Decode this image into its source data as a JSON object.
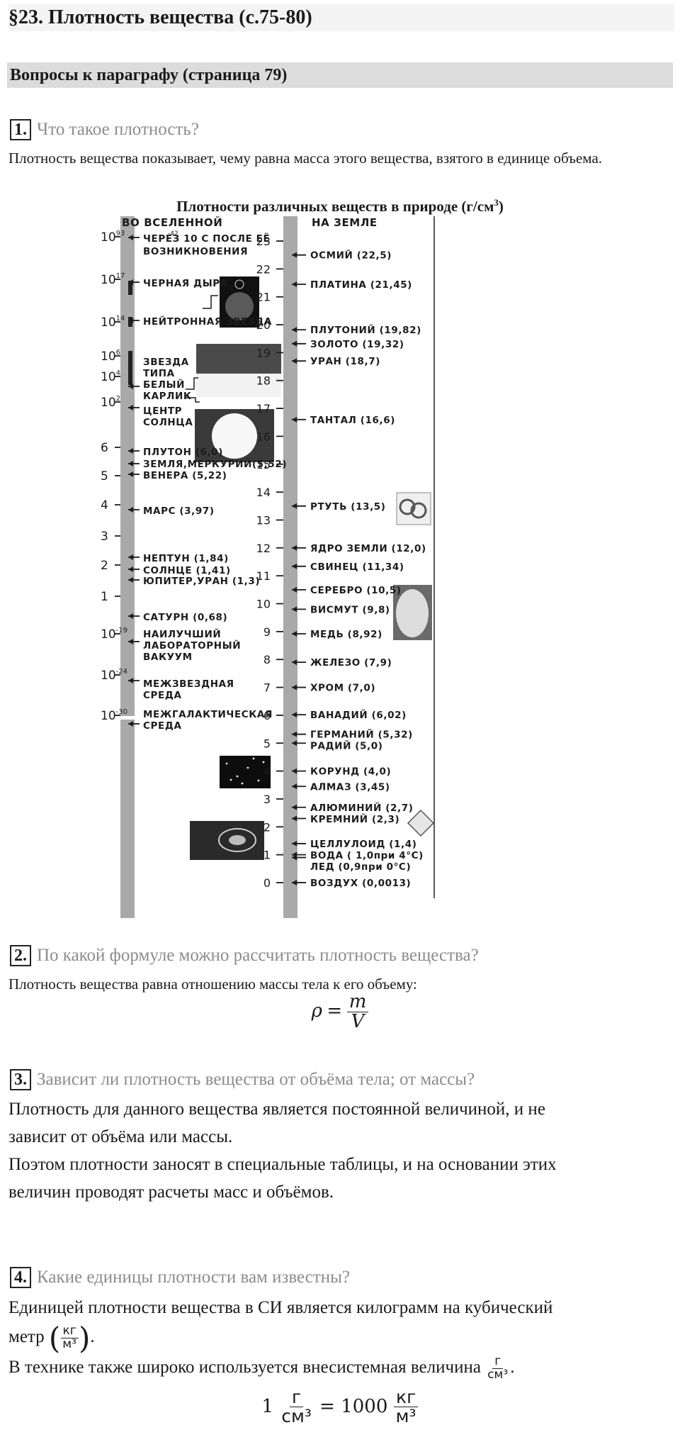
{
  "header": {
    "title": "§23. Плотность вещества (с.75-80)",
    "section": "Вопросы к параграфу (страница 79)"
  },
  "questions": [
    {
      "number": "1.",
      "text": "Что такое плотность?",
      "answer": "Плотность вещества показывает, чему равна масса этого вещества, взятого в единице объема."
    },
    {
      "number": "2.",
      "text": "По какой формуле можно рассчитать плотность вещества?",
      "answer": "Плотность вещества равна отношению массы тела к его объему:",
      "formula": {
        "lhs": "ρ",
        "eq": "=",
        "num": "m",
        "den": "V"
      }
    },
    {
      "number": "3.",
      "text": "Зависит ли плотность вещества от объёма тела; от массы?",
      "answer_lines": [
        "Плотность для данного вещества является постоянной величиной, и не",
        "зависит от объёма или массы.",
        "Поэтом плотности заносят в специальные таблицы, и на основании этих",
        "величин проводят расчеты масс и объёмов."
      ]
    },
    {
      "number": "4.",
      "text": "Какие единицы плотности вам известны?",
      "answer_line1": "Единицей плотности вещества в СИ является килограмм на кубический",
      "answer_line2_prefix": "метр",
      "unit_si": {
        "num": "кг",
        "den": "м³"
      },
      "answer_line3": "В технике также широко используется внесистемная величина",
      "unit_tech": {
        "num": "г",
        "den": "см³"
      },
      "conversion": {
        "lhs_coef": "1",
        "lhs_num": "г",
        "lhs_den": "см³",
        "eq": "=",
        "rhs_coef": "1000",
        "rhs_num": "кг",
        "rhs_den": "м³"
      }
    }
  ],
  "figure": {
    "title": "Плотности различных веществ в природе (г/см",
    "title_sup": "3",
    "title_close": ")",
    "left_header": "ВО ВСЕЛЕННОЙ",
    "right_header": "НА ЗЕМЛЕ",
    "colors": {
      "bar": "#a9a9a9",
      "ink": "#1c1c1c",
      "swatch": "#222222"
    }
  },
  "chart_data": {
    "type": "table",
    "left_scale": {
      "ticks": [
        {
          "label": "10",
          "exp": "93"
        },
        {
          "label": "10",
          "exp": "17"
        },
        {
          "label": "10",
          "exp": "14"
        },
        {
          "label": "10",
          "exp": "6"
        },
        {
          "label": "10",
          "exp": "4"
        },
        {
          "label": "10",
          "exp": "2"
        },
        {
          "label": "6"
        },
        {
          "label": "5"
        },
        {
          "label": "4"
        },
        {
          "label": "3"
        },
        {
          "label": "2"
        },
        {
          "label": "1"
        },
        {
          "label": "10",
          "exp": "-19"
        },
        {
          "label": "10",
          "exp": "-24"
        },
        {
          "label": "10",
          "exp": "-30"
        }
      ],
      "entries": [
        {
          "lines": [
            "ЧЕРЕЗ 10   C  ПОСЛЕ ЕЁ",
            "ВОЗНИКНОВЕНИЯ"
          ],
          "sup": "-42"
        },
        {
          "lines": [
            "ЧЕРНАЯ ДЫРА"
          ]
        },
        {
          "lines": [
            "НЕЙТРОННАЯ ЗВЕЗДА"
          ]
        },
        {
          "lines": [
            "ЗВЕЗДА",
            "ТИПА",
            "БЕЛЫЙ",
            "КАРЛИК"
          ]
        },
        {
          "lines": [
            "ЦЕНТР",
            "СОЛНЦА"
          ]
        },
        {
          "lines": [
            "ПЛУТОН (6,0)"
          ]
        },
        {
          "lines": [
            "ЗЕМЛЯ,МЕРКУРИЙ(5,52)"
          ]
        },
        {
          "lines": [
            "ВЕНЕРА (5,22)"
          ]
        },
        {
          "lines": [
            "МАРС (3,97)"
          ]
        },
        {
          "lines": [
            "НЕПТУН (1,84)"
          ]
        },
        {
          "lines": [
            "СОЛНЦЕ (1,41)"
          ]
        },
        {
          "lines": [
            "ЮПИТЕР,УРАН (1,3)"
          ]
        },
        {
          "lines": [
            "САТУРН (0,68)"
          ]
        },
        {
          "lines": [
            "НАИЛУЧШИЙ",
            "ЛАБОРАТОРНЫЙ",
            "ВАКУУМ"
          ]
        },
        {
          "lines": [
            "МЕЖЗВЕЗДНАЯ",
            "СРЕДА"
          ]
        },
        {
          "lines": [
            "МЕЖГАЛАКТИЧЕСКАЯ",
            "СРЕДА"
          ]
        }
      ]
    },
    "right_scale": {
      "ticks": [
        "23",
        "22",
        "21",
        "20",
        "19",
        "18",
        "17",
        "16",
        "15",
        "14",
        "13",
        "12",
        "11",
        "10",
        "9",
        "8",
        "7",
        "6",
        "5",
        "4",
        "3",
        "2",
        "1",
        "0"
      ],
      "entries": [
        {
          "name": "ОСМИЙ (22,5)",
          "value": 22.5
        },
        {
          "name": "ПЛАТИНА (21,45)",
          "value": 21.45
        },
        {
          "name": "ПЛУТОНИЙ (19,82)",
          "value": 19.82
        },
        {
          "name": "ЗОЛОТО (19,32)",
          "value": 19.32
        },
        {
          "name": "УРАН (18,7)",
          "value": 18.7
        },
        {
          "name": "ТАНТАЛ (16,6)",
          "value": 16.6
        },
        {
          "name": "РТУТЬ (13,5)",
          "value": 13.5
        },
        {
          "name": "ЯДРО ЗЕМЛИ (12,0)",
          "value": 12.0
        },
        {
          "name": "СВИНЕЦ (11,34)",
          "value": 11.34
        },
        {
          "name": "СЕРЕБРО (10,5)",
          "value": 10.5
        },
        {
          "name": "ВИСМУТ (9,8)",
          "value": 9.8
        },
        {
          "name": "МЕДЬ (8,92)",
          "value": 8.92
        },
        {
          "name": "ЖЕЛЕЗО (7,9)",
          "value": 7.9
        },
        {
          "name": "ХРОМ (7,0)",
          "value": 7.0
        },
        {
          "name": "ВАНАДИЙ (6,02)",
          "value": 6.02
        },
        {
          "name": "ГЕРМАНИЙ (5,32)",
          "value": 5.32
        },
        {
          "name": "РАДИЙ (5,0)",
          "value": 5.0
        },
        {
          "name": "КОРУНД (4,0)",
          "value": 4.0
        },
        {
          "name": "АЛМАЗ (3,45)",
          "value": 3.45
        },
        {
          "name": "АЛЮМИНИЙ (2,7)",
          "value": 2.7
        },
        {
          "name": "КРЕМНИЙ (2,3)",
          "value": 2.3
        },
        {
          "name": "ЦЕЛЛУЛОИД (1,4)",
          "value": 1.4
        },
        {
          "name": "ВОДА  ( 1,0при 4°С)",
          "value": 1.0
        },
        {
          "name": "ЛЕД  (0,9при 0°С)",
          "value": 0.9
        },
        {
          "name": "ВОЗДУХ (0,0013)",
          "value": 0.0013
        }
      ]
    }
  }
}
